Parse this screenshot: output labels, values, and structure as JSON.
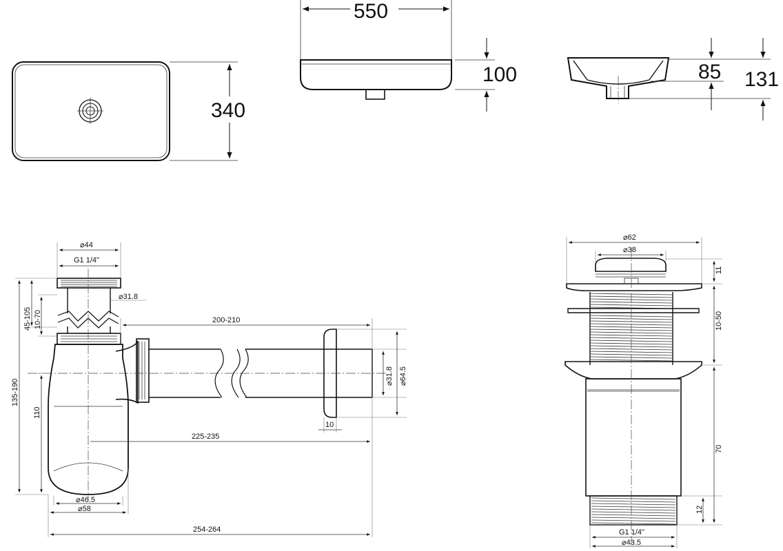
{
  "basin": {
    "width": "550",
    "depth": "340",
    "height": "100",
    "inner_depth": "85",
    "total_height": "131"
  },
  "siphon": {
    "d_top": "⌀44",
    "thread_top": "G1 1/4\"",
    "d_tube": "⌀31.8",
    "adj_upper": "45-105",
    "adj_small": "10-70",
    "adj_total": "135-190",
    "height_cup": "110",
    "outlet_len": "200-210",
    "d_outlet": "⌀31.8",
    "d_rosette": "⌀64.5",
    "rosette_thick": "10",
    "center_dist": "225-235",
    "d_cup_inner": "⌀46.5",
    "d_cup_outer": "⌀58",
    "overall_len": "254-264"
  },
  "drain": {
    "d_flange": "⌀62",
    "d_cap": "⌀38",
    "cap_height": "11",
    "adj_thread": "10-50",
    "body_len": "70",
    "thread_len": "12",
    "thread_bottom": "G1 1/4\"",
    "d_bottom": "⌀43.5"
  }
}
